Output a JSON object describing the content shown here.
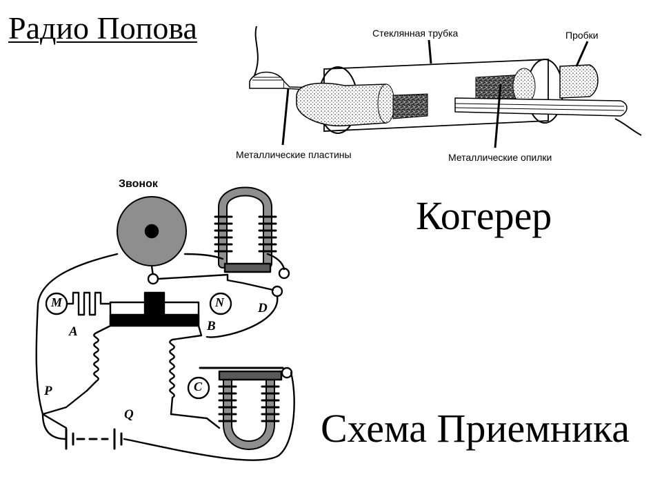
{
  "titles": {
    "main": "Радио Попова",
    "coherer": "Когерер",
    "receiver": "Схема Приемника"
  },
  "coherer_labels": {
    "glass_tube": "Стеклянная трубка",
    "plugs": "Пробки",
    "metal_plates": "Металлические пластины",
    "metal_filings": "Металлические опилки"
  },
  "receiver_labels": {
    "bell": "Звонок",
    "M": "M",
    "N": "N",
    "A": "A",
    "B": "B",
    "D": "D",
    "C": "C",
    "P": "P",
    "Q": "Q"
  }
}
